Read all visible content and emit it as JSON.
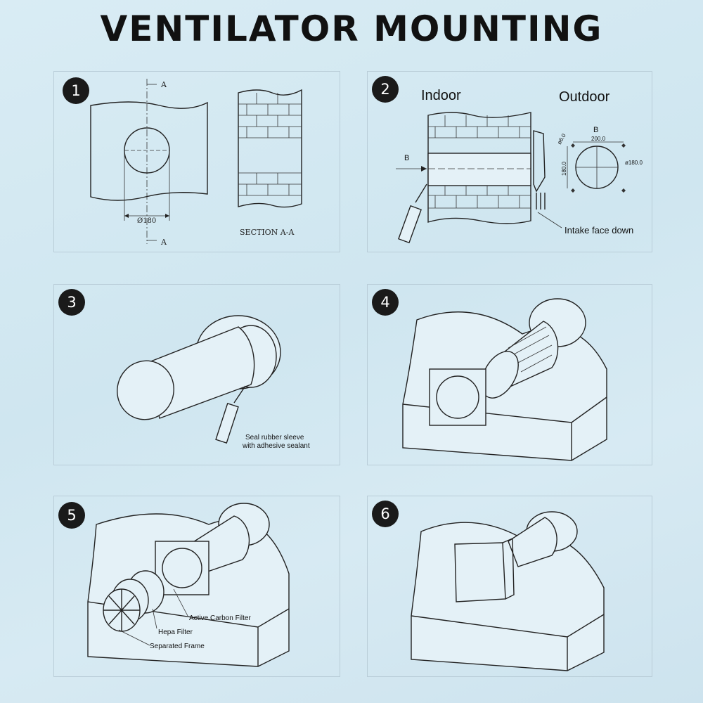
{
  "title": "VENTILATOR MOUNTING",
  "steps": [
    {
      "number": "1",
      "labels": {
        "section_top": "A",
        "section_bottom": "A",
        "diameter": "Ø180",
        "caption": "SECTION A-A"
      }
    },
    {
      "number": "2",
      "labels": {
        "indoor": "Indoor",
        "outdoor": "Outdoor",
        "arrow": "B",
        "view": "B",
        "dim_width": "200.0",
        "dim_height": "180.0",
        "dim_hole": "ø6.0",
        "dim_diameter": "ø180.0",
        "intake": "Intake face down"
      }
    },
    {
      "number": "3",
      "labels": {
        "seal_line1": "Seal rubber sleeve",
        "seal_line2": "with adhesive sealant"
      }
    },
    {
      "number": "4",
      "labels": {}
    },
    {
      "number": "5",
      "labels": {
        "carbon": "Active Carbon Filter",
        "hepa": "Hepa Filter",
        "frame": "Separated Frame"
      }
    },
    {
      "number": "6",
      "labels": {}
    }
  ]
}
